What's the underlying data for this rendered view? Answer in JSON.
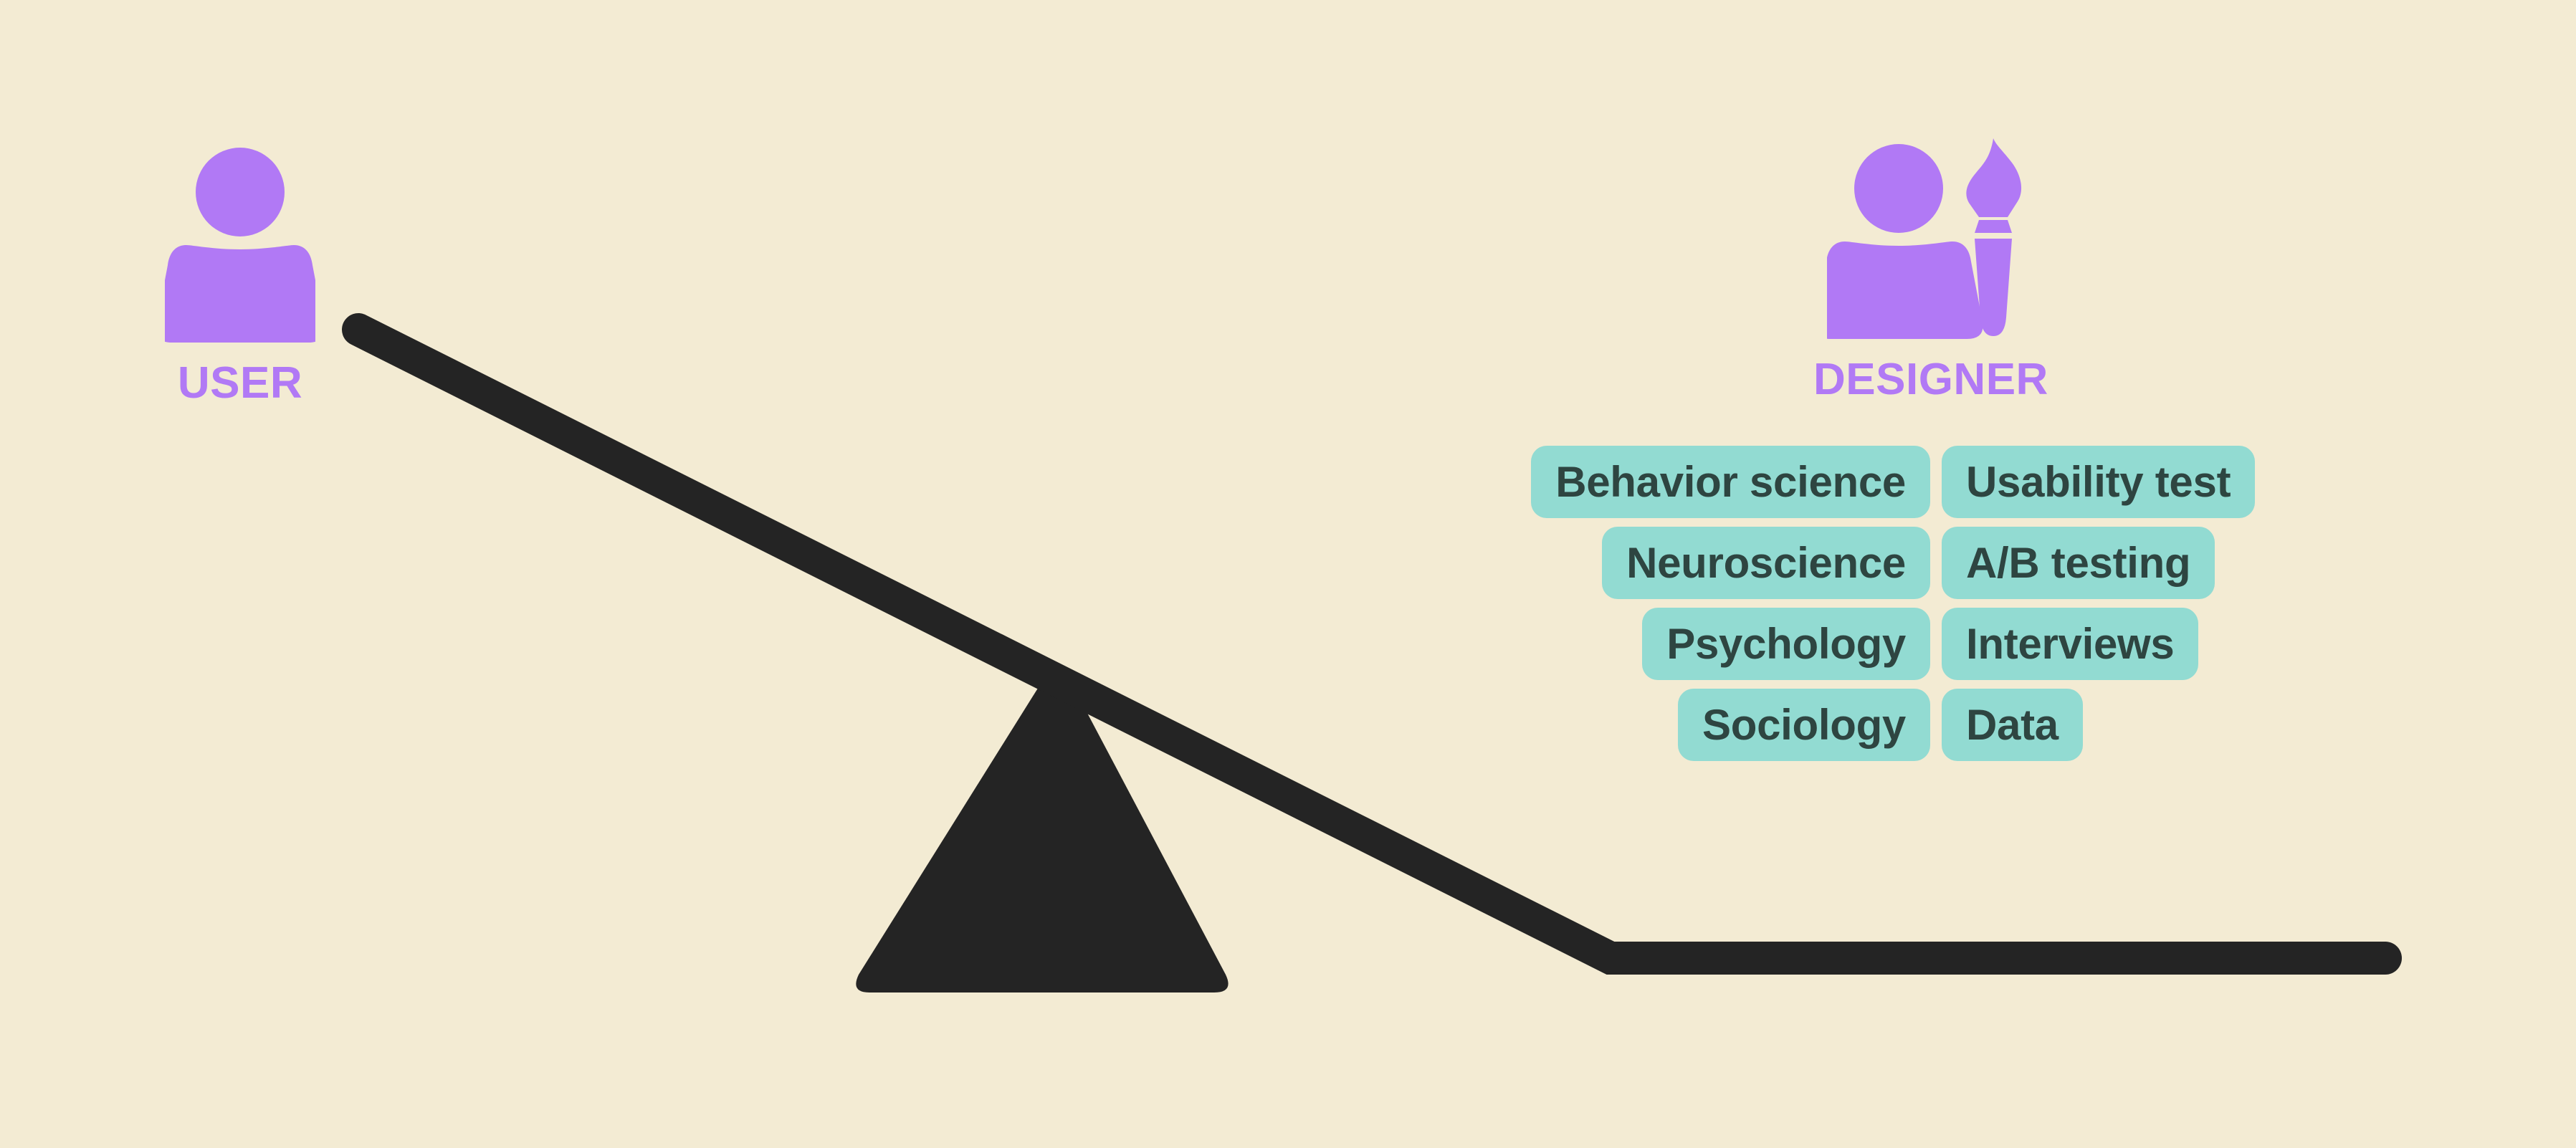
{
  "canvas": {
    "background_color": "#F3EBD3",
    "beam_color": "#242424",
    "fulcrum_color": "#242424",
    "accent_purple": "#B179F5",
    "pill_background": "#92DBD2",
    "pill_text_color": "#2E4541"
  },
  "actors": {
    "user": {
      "label": "USER",
      "icon": "person-icon"
    },
    "designer": {
      "label": "DESIGNER",
      "icon": "person-with-paintbrush-icon"
    }
  },
  "pills": {
    "rows": [
      {
        "left": "Behavior science",
        "right": "Usability test"
      },
      {
        "left": "Neuroscience",
        "right": "A/B testing"
      },
      {
        "left": "Psychology",
        "right": "Interviews"
      },
      {
        "left": "Sociology",
        "right": "Data"
      }
    ]
  }
}
